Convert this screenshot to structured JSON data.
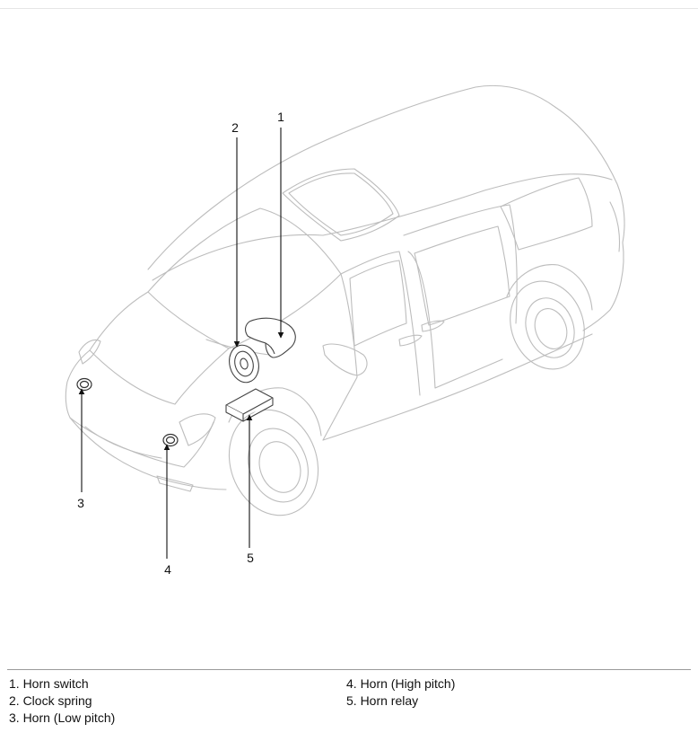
{
  "callouts": {
    "c1": "1",
    "c2": "2",
    "c3": "3",
    "c4": "4",
    "c5": "5"
  },
  "legend": {
    "left": [
      "1. Horn switch",
      "2. Clock spring",
      "3. Horn (Low pitch)"
    ],
    "right": [
      "4. Horn (High pitch)",
      "5. Horn relay"
    ]
  }
}
